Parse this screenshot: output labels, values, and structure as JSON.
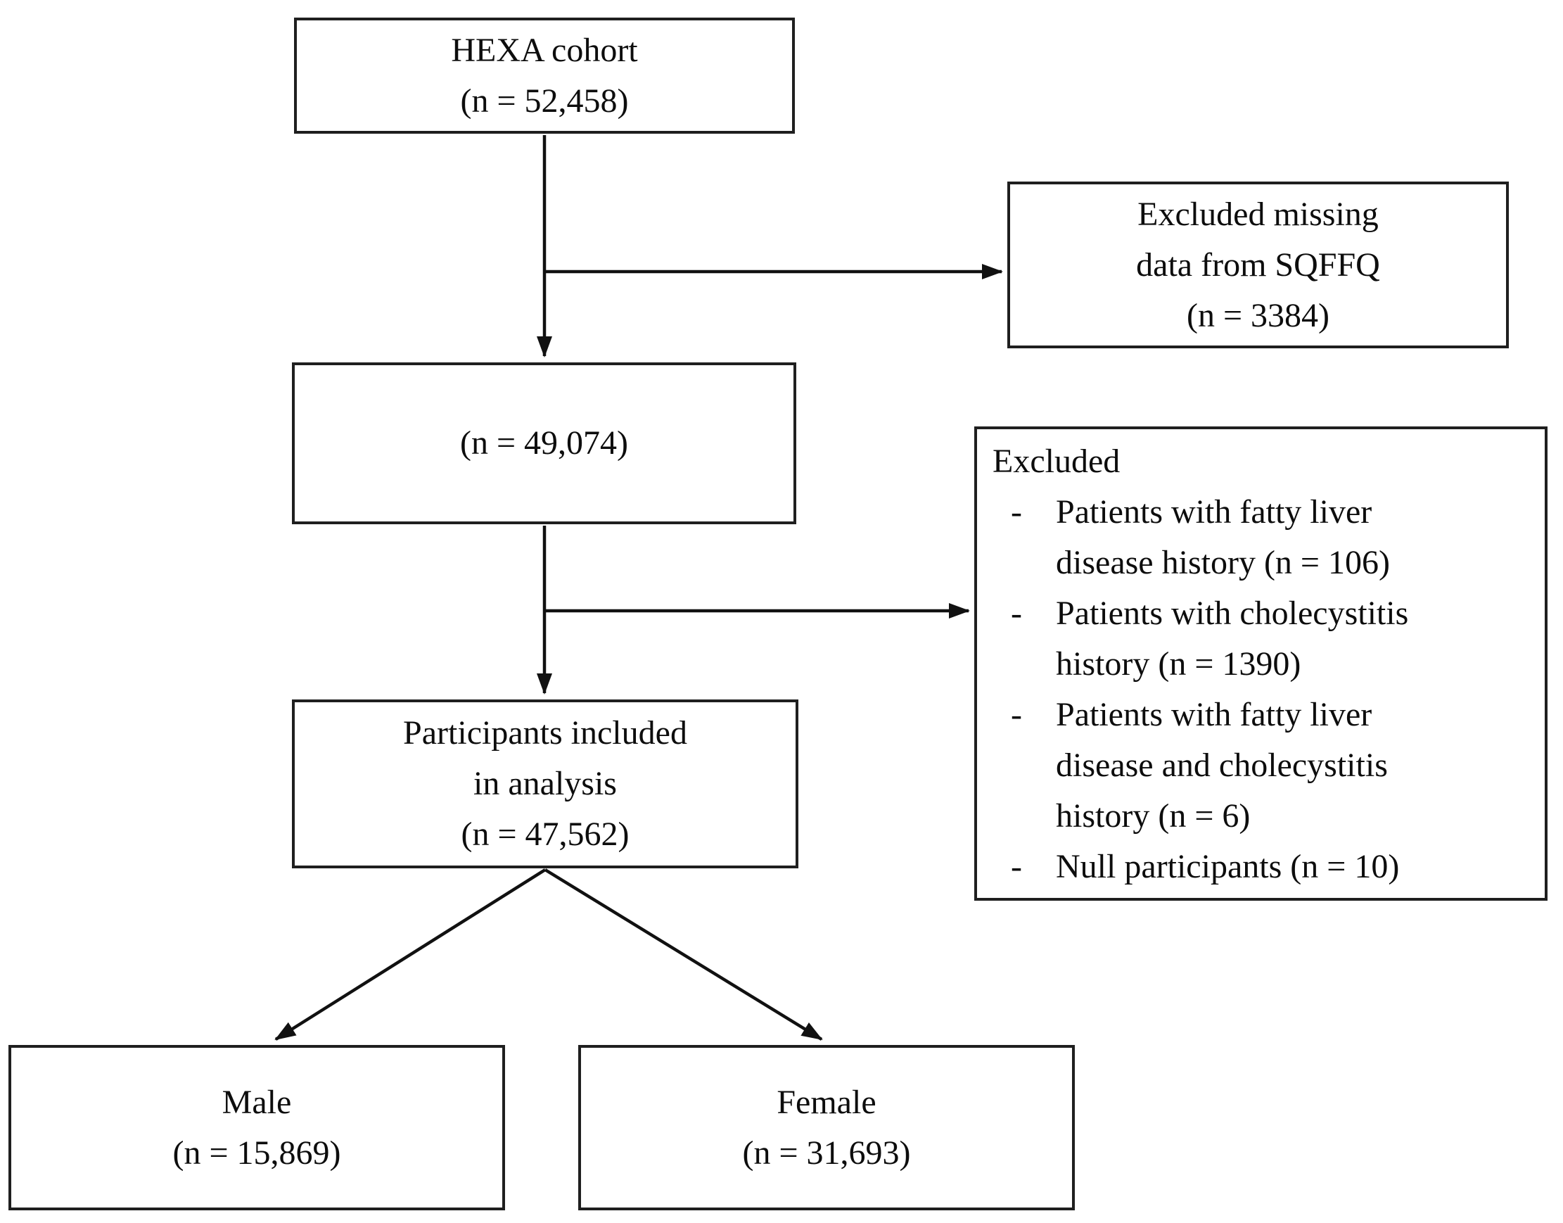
{
  "diagram": {
    "type": "participant-flowchart",
    "boxes": {
      "hexa": "HEXA cohort\n(n = 52,458)",
      "excluded_sqffq": "Excluded missing\ndata from SQFFQ\n(n = 3384)",
      "post_sqffq": "(n = 49,074)",
      "participants": "Participants included\nin analysis\n(n = 47,562)",
      "male": "Male\n(n = 15,869)",
      "female": "Female\n(n = 31,693)"
    },
    "excluded_box": {
      "header": "Excluded",
      "bullet": "-",
      "items": [
        "Patients with fatty liver\ndisease history (n = 106)",
        "Patients with cholecystitis\nhistory (n = 1390)",
        "Patients with fatty liver\ndisease and cholecystitis\nhistory (n = 6)",
        "Null participants (n = 10)"
      ]
    },
    "colors": {
      "border": "#1f1f1f",
      "arrow": "#111111",
      "text": "#0d0d0d",
      "background": "#ffffff"
    }
  }
}
